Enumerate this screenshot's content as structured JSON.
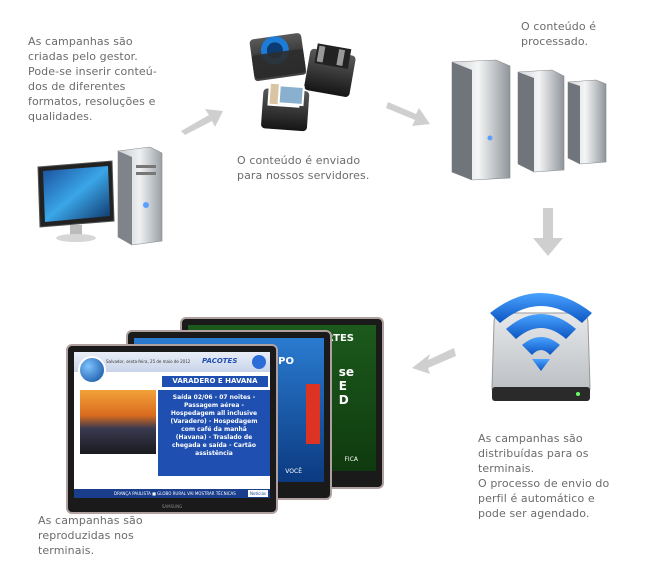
{
  "steps": [
    {
      "id": "create",
      "caption": "As campanhas são\ncriadas pelo gestor.\nPode-se inserir conteú-\ndos de diferentes\nformatos, resoluções e\nqualidades."
    },
    {
      "id": "upload",
      "caption": "O conteúdo é enviado\npara nossos servidores."
    },
    {
      "id": "process",
      "caption": "O conteúdo é\nprocessado."
    },
    {
      "id": "distribute",
      "caption": "As campanhas são\ndistribuídas para os\nterminais.\nO processo de envio do\nperfil é automático e\npode ser agendado."
    },
    {
      "id": "play",
      "caption": "As campanhas são\nreproduzidas nos\nterminais."
    }
  ],
  "screens": {
    "front": {
      "brand": "PACOTES",
      "date": "Salvador, sexta-feira, 25 de maio de 2012",
      "headline": "VARADERO E HAVANA",
      "body": "Saída 02/06 - 07 noites -\nPassagem aérea -\nHospedagem all inclusive\n(Varadero) - Hospedagem\ncom café da manhã\n(Havana) - Traslado de\nchegada e saída - Cartão\nassistência",
      "ticker": "DRANÇA PAULISTA ■ GLOBO RURAL VAI MOSTRAR TÉCNICAS",
      "ticker_tag": "Notícias",
      "bezel_brand": "SAMSUNG"
    },
    "middle": {
      "header": "PO",
      "ticker": "VOCÊ"
    },
    "back": {
      "header": "RTES",
      "lines": "se\nE\nD",
      "ticker": "FICA"
    }
  },
  "colors": {
    "text": "#6b6b6b",
    "arrow": "#c8c8c8",
    "wifi": "#1a6fd8",
    "screen_header": "#1f4fb0",
    "screen_bezel": "#1a1a1a"
  }
}
